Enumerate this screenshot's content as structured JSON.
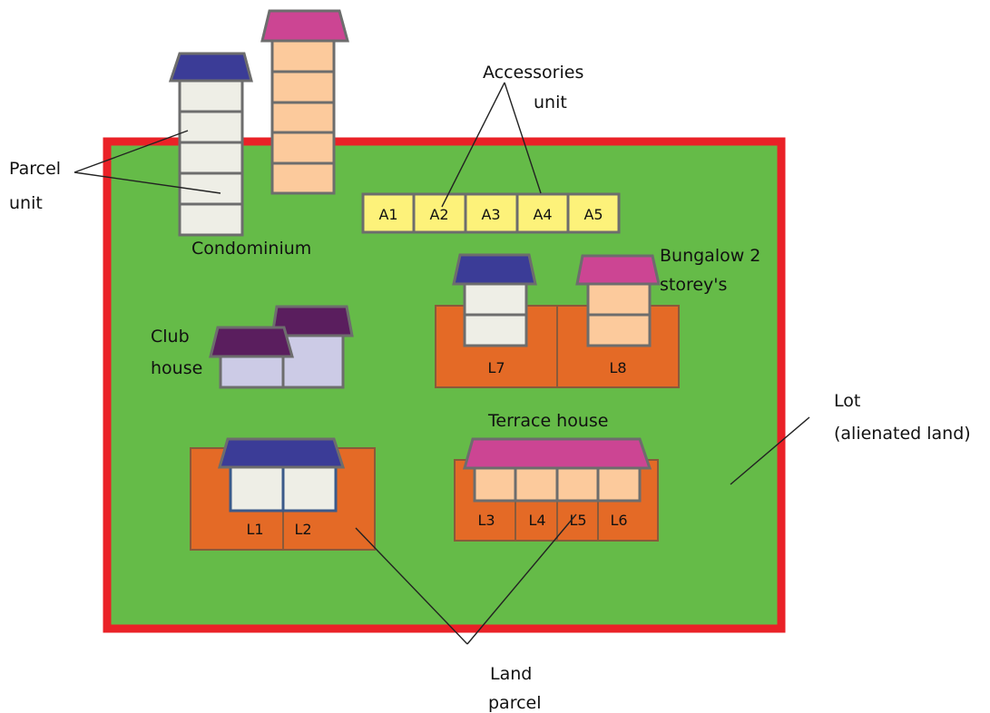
{
  "labels": {
    "parcel_unit_line1": "Parcel",
    "parcel_unit_line2": "unit",
    "accessories_line1": "Accessories",
    "accessories_line2": "unit",
    "condominium": "Condominium",
    "bungalow_line1": "Bungalow 2",
    "bungalow_line2": "storey's",
    "club_line1": "Club",
    "club_line2": "house",
    "lot_line1": "Lot",
    "lot_line2": "(alienated land)",
    "terrace": "Terrace house",
    "land_parcel_line1": "Land",
    "land_parcel_line2": "parcel"
  },
  "accessory_units": [
    "A1",
    "A2",
    "A3",
    "A4",
    "A5"
  ],
  "parcels": {
    "L1": "L1",
    "L2": "L2",
    "L3": "L3",
    "L4": "L4",
    "L5": "L5",
    "L6": "L6",
    "L7": "L7",
    "L8": "L8"
  },
  "colors": {
    "lot_fill": "#65bb48",
    "lot_border": "#ea2127",
    "parcel_fill": "#e46a26",
    "parcel_stroke": "#8a5a3a",
    "roof_blue": "#3b3c97",
    "roof_pink": "#cc4593",
    "roof_purple": "#5a1e5e",
    "unit_cream": "#eeeee6",
    "unit_peach": "#fcca9c",
    "unit_lavender": "#cccbe6",
    "accessory_yellow": "#fdf27a"
  }
}
